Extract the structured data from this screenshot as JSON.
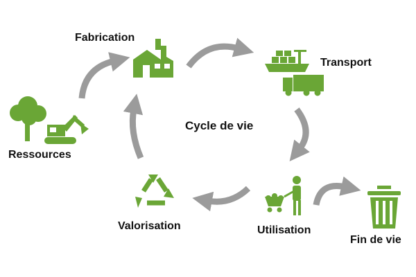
{
  "title": "Cycle de vie",
  "stages": {
    "ressources": "Ressources",
    "fabrication": "Fabrication",
    "transport": "Transport",
    "utilisation": "Utilisation",
    "fin_de_vie": "Fin de vie",
    "valorisation": "Valorisation"
  },
  "colors": {
    "icon_green": "#6aa636",
    "arrow_gray": "#9b9b9b",
    "text": "#111111"
  },
  "icons": {
    "ressources": [
      "tree-icon",
      "excavator-icon"
    ],
    "fabrication": "factory-icon",
    "transport": [
      "cargo-ship-icon",
      "truck-icon"
    ],
    "utilisation": "shopping-cart-person-icon",
    "fin_de_vie": "trash-bin-icon",
    "valorisation": "recycle-icon"
  }
}
